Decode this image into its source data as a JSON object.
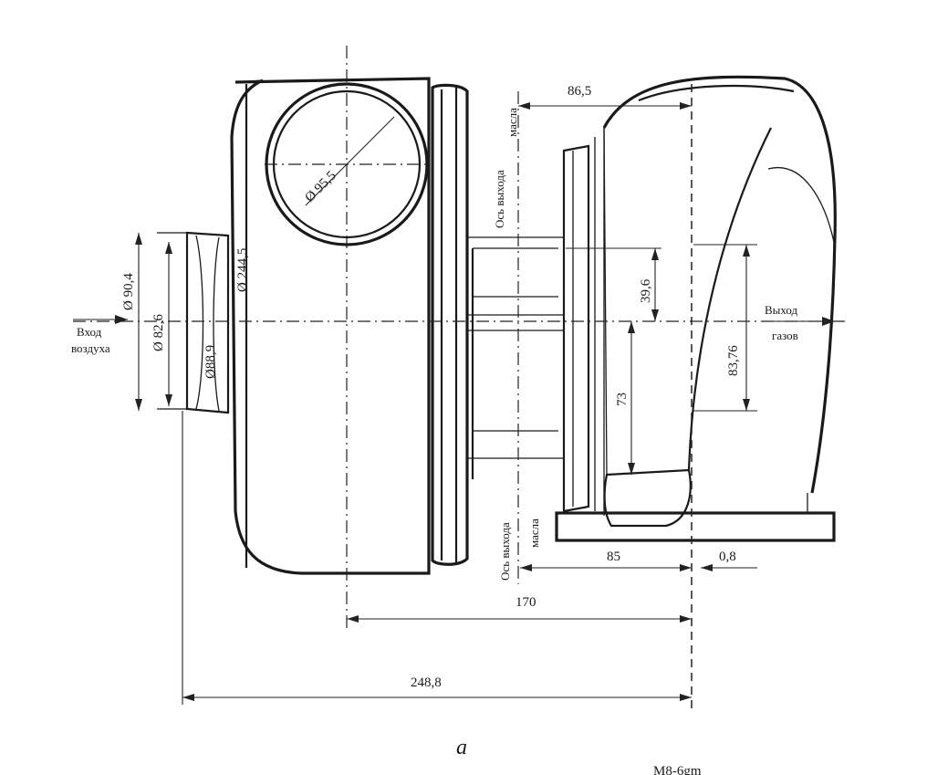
{
  "dimensions": {
    "d_inlet_outer": "Ø 90,4",
    "d_inlet_inner": "Ø 82,6",
    "d_inlet_mouth": "Ø88,9",
    "d_compressor_housing": "Ø 244,5",
    "d_outlet_flange": "Ø 95,5",
    "turbine_offset": "86,5",
    "shaft_to_upper": "39,6",
    "shaft_to_lower": "73",
    "exhaust_outlet": "83,76",
    "flange_width": "85",
    "flange_step": "0,8",
    "axis_to_flange": "170",
    "overall_length": "248,8"
  },
  "labels": {
    "air_inlet_line1": "Вход",
    "air_inlet_line2": "воздуха",
    "gas_outlet_line1": "Выход",
    "gas_outlet_line2": "газов",
    "oil_outlet_top_line1": "Ось выхода",
    "oil_outlet_top_line2": "масла",
    "oil_outlet_bottom_line1": "Ось выхода",
    "oil_outlet_bottom_line2": "масла"
  },
  "caption": "а",
  "footer_fragment": "M8-6gm"
}
